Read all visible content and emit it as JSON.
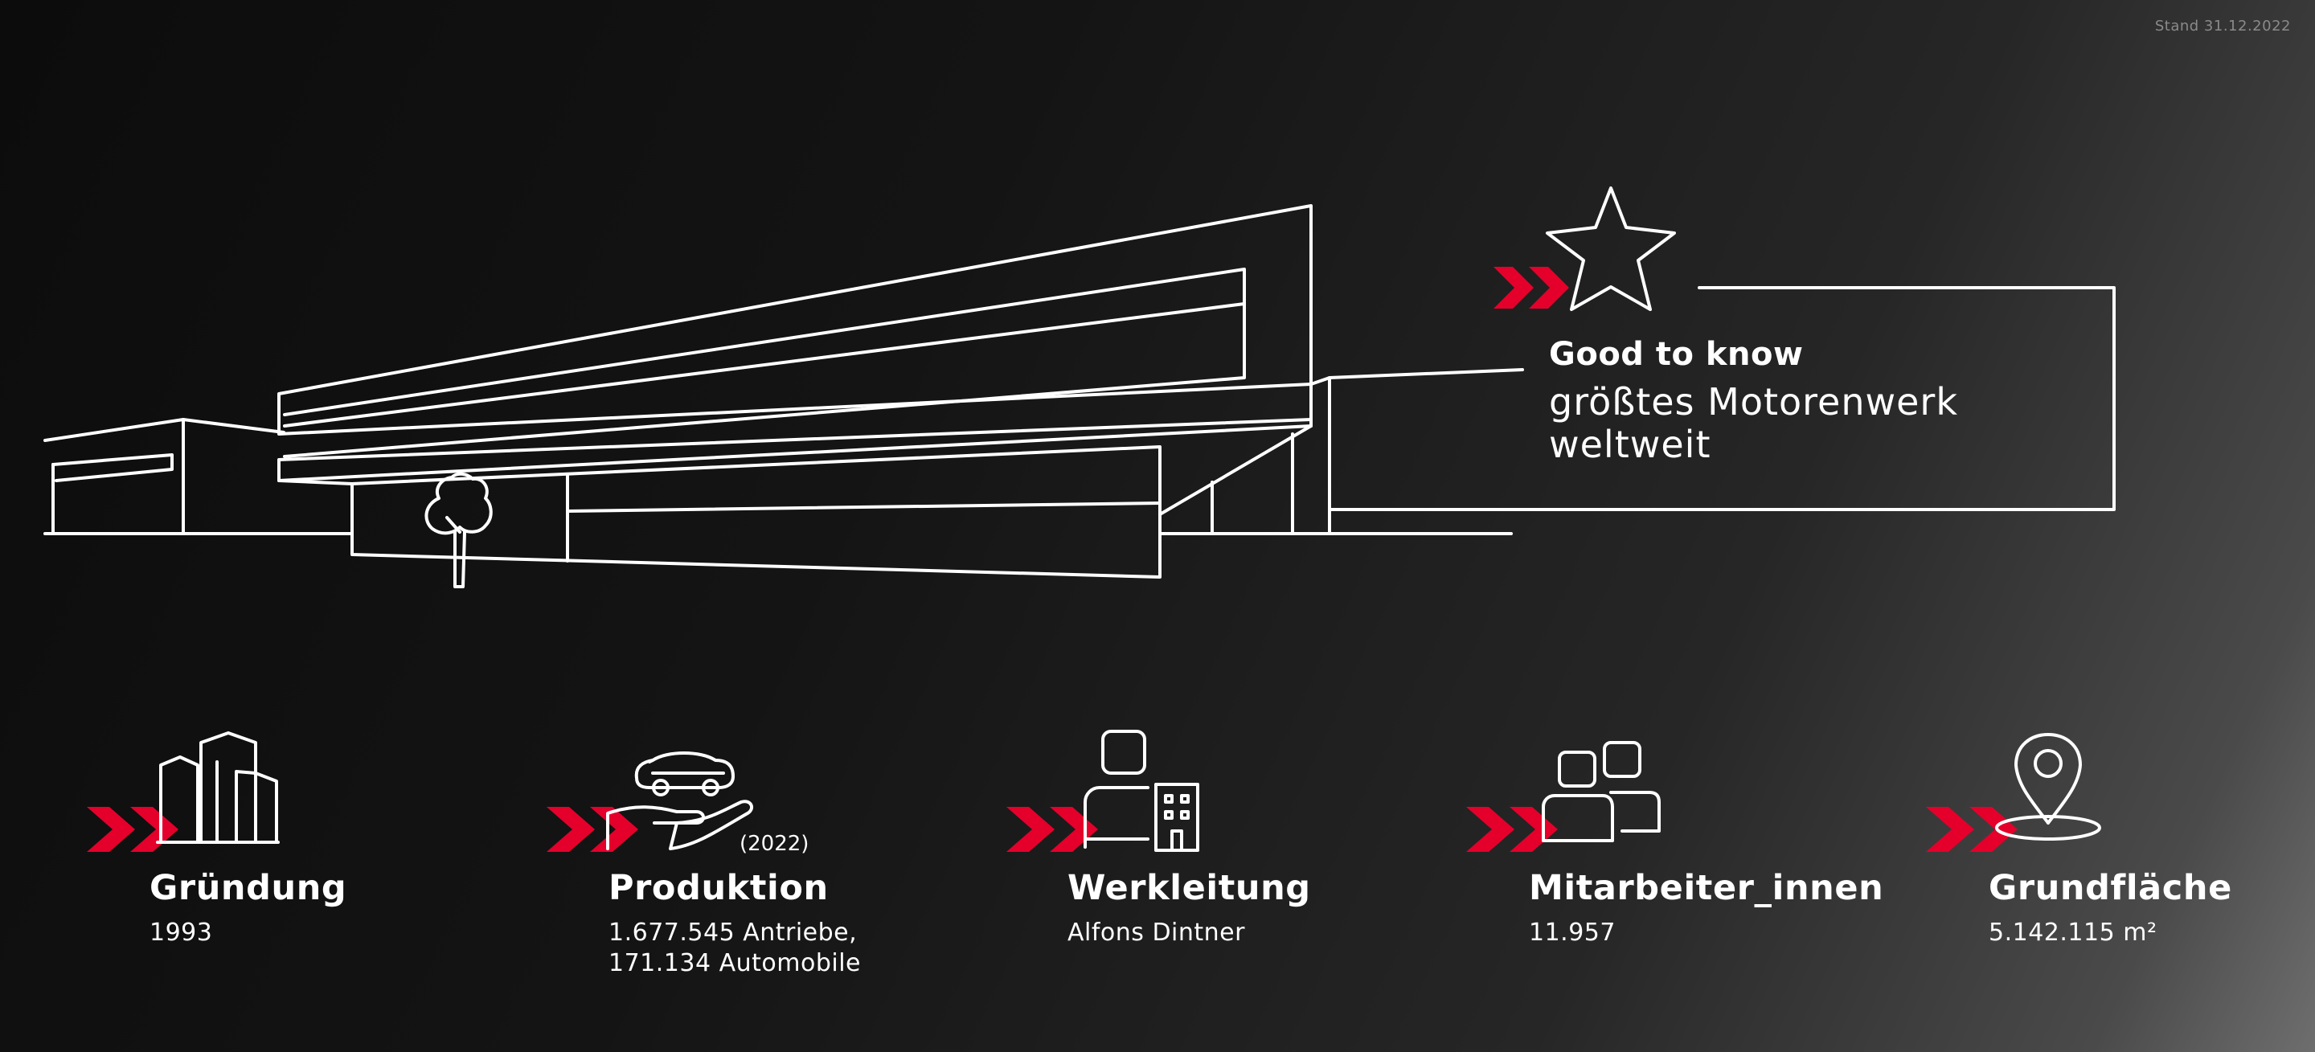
{
  "stand": "Stand 31.12.2022",
  "good_to_know": {
    "title": "Good to know",
    "text": "größtes Motorenwerk weltweit"
  },
  "stats": [
    {
      "title": "Gründung",
      "value": "1993"
    },
    {
      "title": "Produktion",
      "value": "1.677.545 Antriebe,\n171.134 Automobile",
      "year": "(2022)"
    },
    {
      "title": "Werkleitung",
      "value": "Alfons Dintner"
    },
    {
      "title": "Mitarbeiter_innen",
      "value": "11.957"
    },
    {
      "title": "Grundfläche",
      "value": "5.142.115 m²"
    }
  ],
  "colors": {
    "accent": "#e4002b",
    "line": "#ffffff"
  },
  "icons": [
    "buildings-icon",
    "hand-car-icon",
    "person-building-icon",
    "people-icon",
    "location-pin-icon",
    "star-icon",
    "chevron-arrows-icon"
  ]
}
